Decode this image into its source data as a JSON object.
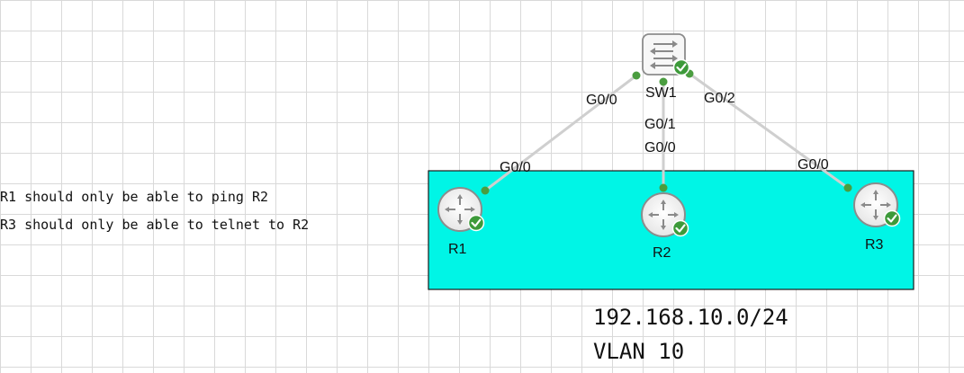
{
  "colors": {
    "vlan_fill": "#00f5e6",
    "link": "#cfcfcf",
    "port_dot": "#4a9d3f",
    "status_badge": "#3d9a3a",
    "device_border": "#8c8c8c",
    "device_fill": "#f7f7f7"
  },
  "notes": [
    "R1 should only be able to ping R2",
    "R3 should only be able to telnet to R2"
  ],
  "network": {
    "subnet": "192.168.10.0/24",
    "vlan": "VLAN 10"
  },
  "devices": {
    "sw1": {
      "label": "SW1",
      "type": "switch",
      "icon": "switch-icon",
      "status": "running"
    },
    "r1": {
      "label": "R1",
      "type": "router",
      "icon": "router-icon",
      "status": "running"
    },
    "r2": {
      "label": "R2",
      "type": "router",
      "icon": "router-icon",
      "status": "running"
    },
    "r3": {
      "label": "R3",
      "type": "router",
      "icon": "router-icon",
      "status": "running"
    }
  },
  "links": [
    {
      "from": "SW1",
      "from_port": "G0/0",
      "to": "R1",
      "to_port": "G0/0"
    },
    {
      "from": "SW1",
      "from_port": "G0/1",
      "to": "R2",
      "to_port": "G0/0"
    },
    {
      "from": "SW1",
      "from_port": "G0/2",
      "to": "R3",
      "to_port": "G0/0"
    }
  ]
}
